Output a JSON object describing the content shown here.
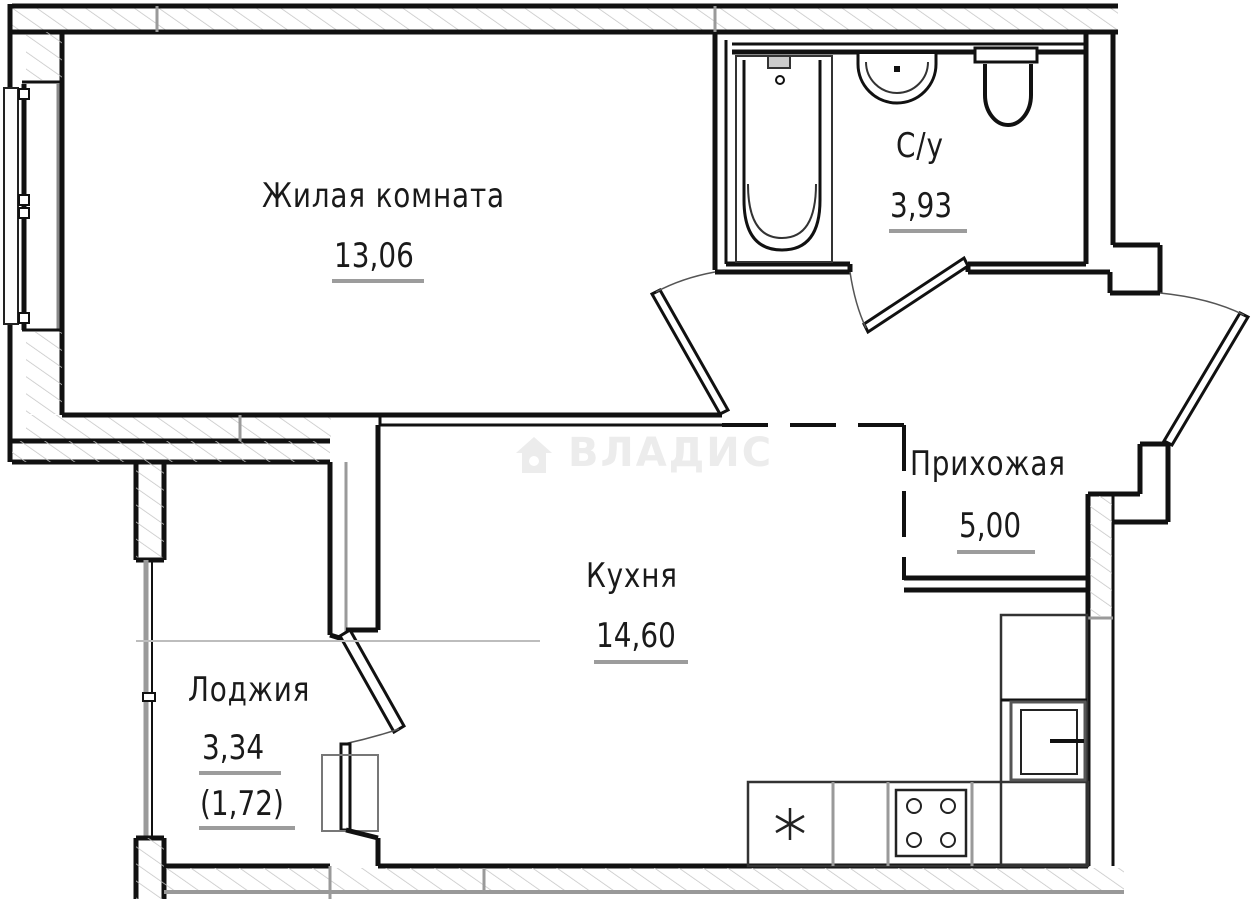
{
  "plan": {
    "type": "apartment-floor-plan",
    "colors": {
      "wall": "#111111",
      "hatch": "#bbbbbb",
      "area_underline": "#9c9c9c",
      "watermark": "#ececec"
    },
    "watermark": {
      "text": "ВЛАДИС",
      "icon": "house-key-icon"
    },
    "rooms": [
      {
        "id": "living",
        "name": "Жилая комната",
        "area": "13,06"
      },
      {
        "id": "bathroom",
        "name": "С/у",
        "area": "3,93"
      },
      {
        "id": "hallway",
        "name": "Прихожая",
        "area": "5,00"
      },
      {
        "id": "kitchen",
        "name": "Кухня",
        "area": "14,60"
      },
      {
        "id": "loggia",
        "name": "Лоджия",
        "area": "3,34",
        "reduced_area": "(1,72)"
      }
    ],
    "fixtures": [
      "bathtub-icon",
      "washbasin-icon",
      "toilet-icon",
      "kitchen-sink-icon",
      "stove-icon",
      "fan-icon"
    ]
  }
}
